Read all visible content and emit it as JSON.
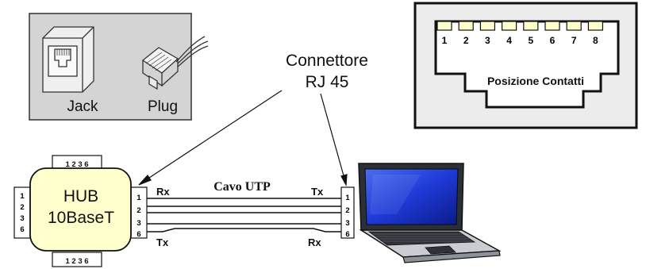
{
  "jack_plug_panel": {
    "jack_label": "Jack",
    "plug_label": "Plug",
    "jack_icon": "rj45-jack-icon",
    "plug_icon": "rj45-plug-icon"
  },
  "connector_label": {
    "line1": "Connettore",
    "line2": "RJ 45"
  },
  "pinout_panel": {
    "pins": [
      "1",
      "2",
      "3",
      "4",
      "5",
      "6",
      "7",
      "8"
    ],
    "caption": "Posizione Contatti"
  },
  "hub": {
    "line1": "HUB",
    "line2": "10BaseT",
    "top_port_pins": "1 2 3 6",
    "bottom_port_pins": "1 2 3 6",
    "left_port_pins": [
      "1",
      "2",
      "3",
      "6"
    ],
    "right_port_pins": [
      "1",
      "2",
      "3",
      "6"
    ],
    "fill_color": "#ffffcc"
  },
  "cable": {
    "label": "Cavo UTP",
    "hub_side_top": "Rx",
    "hub_side_bottom": "Tx",
    "pc_side_top": "Tx",
    "pc_side_bottom": "Rx"
  },
  "pc_port": {
    "pins": [
      "1",
      "2",
      "3",
      "6"
    ]
  },
  "laptop": {
    "icon": "laptop-icon",
    "screen_color": "#1e3ad6"
  }
}
